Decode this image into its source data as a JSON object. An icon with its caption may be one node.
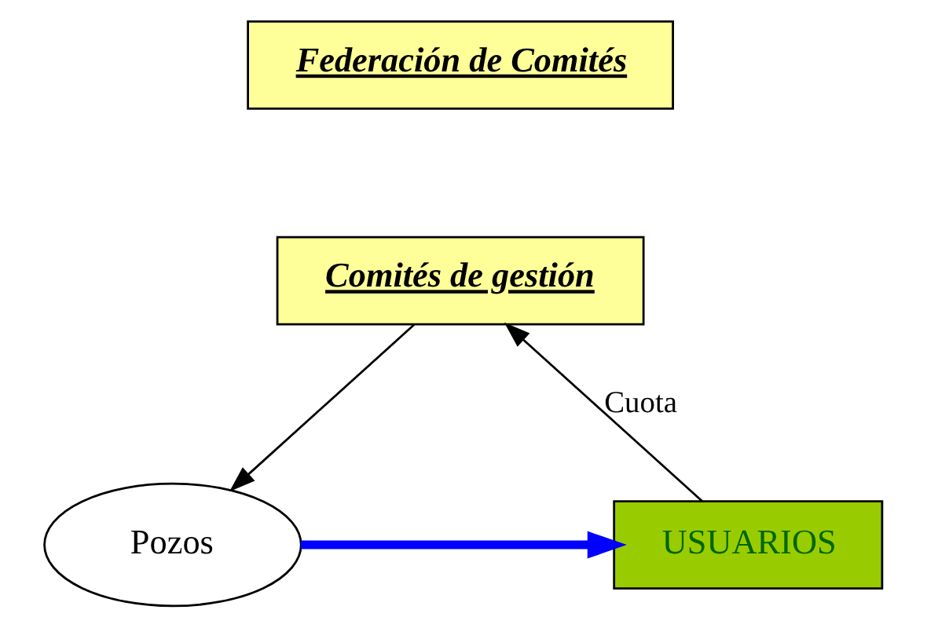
{
  "diagram": {
    "nodes": [
      {
        "text": [
          "Federación de Comités"
        ]
      },
      {
        "text": [
          "Comités de gestión"
        ]
      },
      {
        "text": [
          "Pozos"
        ]
      },
      {
        "text": [
          "USUARIOS"
        ]
      }
    ],
    "edges": [
      {
        "from": 1,
        "to": 2,
        "arrow": "to"
      },
      {
        "from": 3,
        "to": 1,
        "arrow": "to",
        "label": "Cuota"
      },
      {
        "from": 2,
        "to": 3,
        "arrow": "to",
        "style": "thick",
        "color": "#0000ff"
      }
    ]
  }
}
